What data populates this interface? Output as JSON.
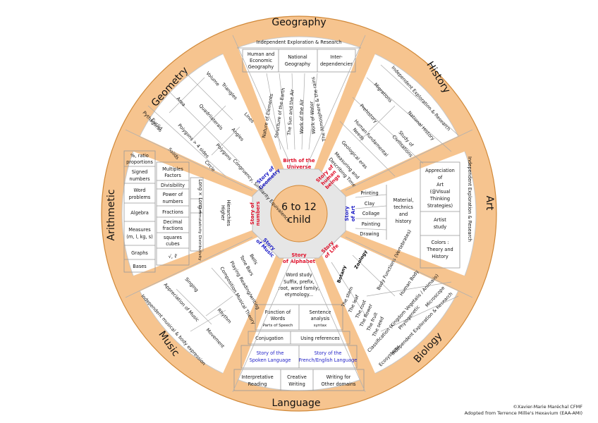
{
  "colors": {
    "ring": "#f6c48f",
    "ring_edge": "#d08838",
    "line": "#9a9a9a",
    "story": "#1c1cc6",
    "story_red": "#e0102a",
    "text": "#111111"
  },
  "center": {
    "line1": "6 to 12",
    "line2": "child"
  },
  "stories": {
    "universe": [
      "Birth of the",
      "Universe"
    ],
    "humans": [
      "Story of",
      "human",
      "beings"
    ],
    "art": [
      "Story",
      "of Art"
    ],
    "life": [
      "Story",
      "of Life"
    ],
    "alphabet": [
      "Story",
      "of Alphabet"
    ],
    "music": [
      "Story",
      "of Music"
    ],
    "numbers": [
      "Story of",
      "numbers"
    ],
    "geometry": [
      "Story of",
      "Geometry"
    ]
  },
  "sectors": {
    "geography": {
      "title": "Geography",
      "header": "Independent Exploration & Research",
      "boxes": [
        [
          "Human and",
          "Economic",
          "Geography"
        ],
        [
          "National",
          "Geography"
        ],
        [
          "Inter-",
          "dependencies"
        ]
      ],
      "columns": [
        "Nature of Elements",
        "Structure of the Earth",
        "The Sun and the Air",
        "Work of the Air",
        "Work of Water",
        "The Atmosphere & the rains"
      ]
    },
    "history": {
      "title": "History",
      "header": "Independent Exploration & Research",
      "items": [
        [
          "Migrations"
        ],
        [
          "Prehistory"
        ],
        [
          "National History"
        ],
        [
          "Human fundamental",
          "Needs"
        ],
        [
          "Study of",
          "Civilisations"
        ],
        [
          "Geological eras"
        ],
        [
          "Measuring and",
          "Describing Time"
        ]
      ]
    },
    "art": {
      "title": "Art",
      "header": "Independent Exploration & Research",
      "boxes": [
        [
          "Appreciation",
          "of",
          "Art",
          "(@Visual",
          "Thinking",
          "Strategies)"
        ],
        [
          "Artist",
          "study"
        ],
        [
          "Colors :",
          "Theory and",
          "History"
        ]
      ],
      "middle": [
        "Material,",
        "technics",
        "and",
        "history"
      ],
      "list": [
        "Printing",
        "Clay",
        "Collage",
        "Painting",
        "Drawing"
      ]
    },
    "biology": {
      "title": "Biology",
      "header": "Independent Exploration & Research",
      "items": [
        "Botany",
        "Zoology",
        "The stem",
        "The leaf",
        "The root",
        "The flower",
        "The fruit",
        "The seed",
        "Body Functions (Vertebrates)",
        "Human Body",
        "Classification (Kingdom Vegetalis / Animalis)",
        "Phylogenetic",
        "Microscope",
        "Ecosystems"
      ]
    },
    "language": {
      "title": "Language",
      "word_study": [
        "Word study",
        "Suffix, prefix,",
        "root, word family,",
        "etymology..."
      ],
      "function": [
        "Function of",
        "Words",
        "Parts of Speech"
      ],
      "sentence": [
        "Sentence",
        "analysis",
        "syntax"
      ],
      "conjugation": "Conjugation",
      "references": "Using references",
      "spoken": [
        "Story of the",
        "Spoken Language"
      ],
      "french": [
        "Story of the",
        "French/English Language"
      ],
      "interpretative": [
        "Interpretative",
        "Reading"
      ],
      "creative": [
        "Creative",
        "Writing"
      ],
      "writing_other": [
        "Writing for",
        "Other domains"
      ]
    },
    "music": {
      "title": "Music",
      "items": [
        "Bells",
        "Tone Bars",
        "Playing Reading/writing",
        "Composition Musical Theory",
        "Singing",
        "Appreciation of Music",
        "Rhythm",
        "Movement",
        "Independent musical & body expression"
      ]
    },
    "arithmetic": {
      "title": "Arithmetic",
      "left": [
        "%, ratio",
        "proportions",
        "Signed",
        "numbers",
        "Word",
        "problems",
        "Algebra",
        "Measures",
        "(m, l, kg, s)",
        "Graphs",
        "Bases"
      ],
      "mid": [
        "Multiples",
        "Factors",
        "Divisibility",
        "Power of",
        "numbers",
        "Fractions",
        "Decimal",
        "fractions",
        "squares",
        "cubes",
        "√, ∛"
      ],
      "ops": [
        "Long ×",
        "Long ÷",
        "Commutativity Distributivity"
      ],
      "hier": [
        "Higher",
        "Hierarchies"
      ]
    },
    "geometry": {
      "title": "Geometry",
      "items": [
        "Volume",
        "Area",
        "Triangles",
        "Pythagoras",
        "Euclid",
        "Quadrilaterals",
        "Polygons > 4 sides",
        "Lines",
        "Angles",
        "Solids",
        "Polygons",
        "Circle",
        "Congruency, Similarity Equivalence"
      ]
    }
  },
  "credits": {
    "line1": "©Xavier-Marie Maréchal CFMF",
    "line2": "Adopted from Terrence Millie's Hexavium (EAA-AMI)"
  }
}
